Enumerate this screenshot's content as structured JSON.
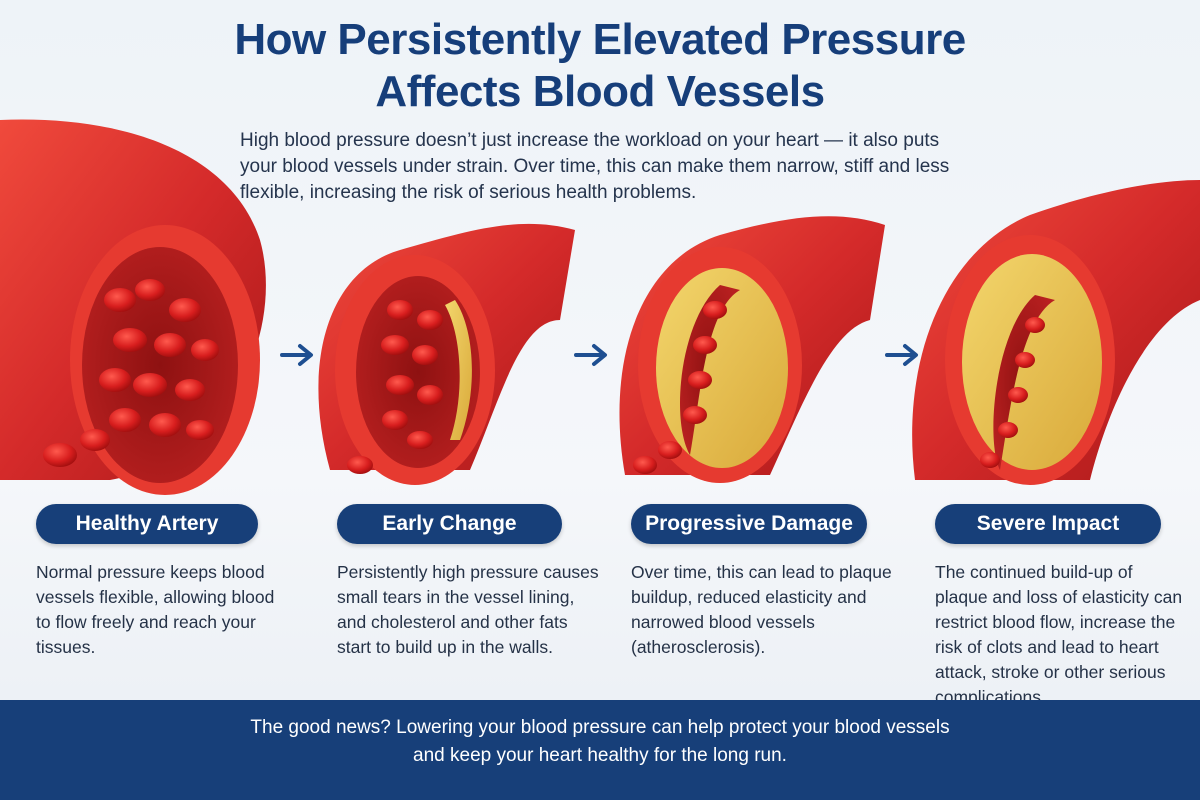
{
  "title": {
    "line1": "How Persistently Elevated Pressure",
    "line2": "Affects Blood Vessels"
  },
  "intro": "High blood pressure doesn’t just increase the workload on your heart — it also puts your blood vessels under strain. Over time, this can make them narrow, stiff and less flexible, increasing the risk of serious health problems.",
  "stages": [
    {
      "label": "Healthy Artery",
      "description": "Normal pressure keeps blood vessels flexible, allowing blood to flow freely and reach your tissues."
    },
    {
      "label": "Early Change",
      "description": "Persistently high pressure causes small tears in the vessel lining, and cholesterol and other fats start to build up in the walls."
    },
    {
      "label": "Progressive Damage",
      "description": "Over time, this can lead to plaque buildup, reduced elasticity and narrowed blood vessels (atherosclerosis)."
    },
    {
      "label": "Severe Impact",
      "description": "The continued build-up of plaque and loss of elasticity can restrict blood flow, increase the risk of clots and lead to heart attack, stroke or other serious complications."
    }
  ],
  "footer": {
    "line1": "The good news? Lowering your blood pressure can help protect your blood vessels",
    "line2": "and keep your heart healthy for the long run."
  },
  "colors": {
    "brand_navy": "#173f79",
    "artery_red": "#d42a2a",
    "plaque_yellow": "#e8c24e",
    "arrow_blue": "#1e4f91"
  },
  "icons": [
    "right-arrow-icon"
  ]
}
